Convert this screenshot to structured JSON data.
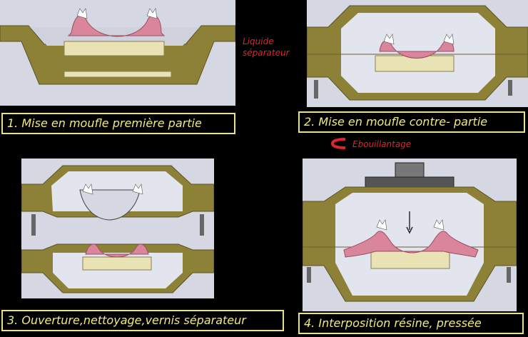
{
  "steps": [
    {
      "caption": "1. Mise en moufle première partie"
    },
    {
      "caption": "2. Mise en moufle contre- partie"
    },
    {
      "caption": "3. Ouverture,nettoyage,vernis séparateur"
    },
    {
      "caption": "4. Interposition résine, pressée"
    }
  ],
  "annotations": {
    "separator_line1": "Liquide",
    "separator_line2": "séparateur",
    "boiling": "Ebouillantage"
  },
  "colors": {
    "background": "#000000",
    "panel": "#d8dbe6",
    "flask": "#8d8037",
    "plaster": "#e9e2b5",
    "resin": "#d9869c",
    "caption_text": "#f2ea7a",
    "annotation_text": "#e0242b"
  },
  "icons": {
    "boiling_arrow": "curved-arrow-left-icon",
    "press_arrow": "arrow-down-icon"
  }
}
